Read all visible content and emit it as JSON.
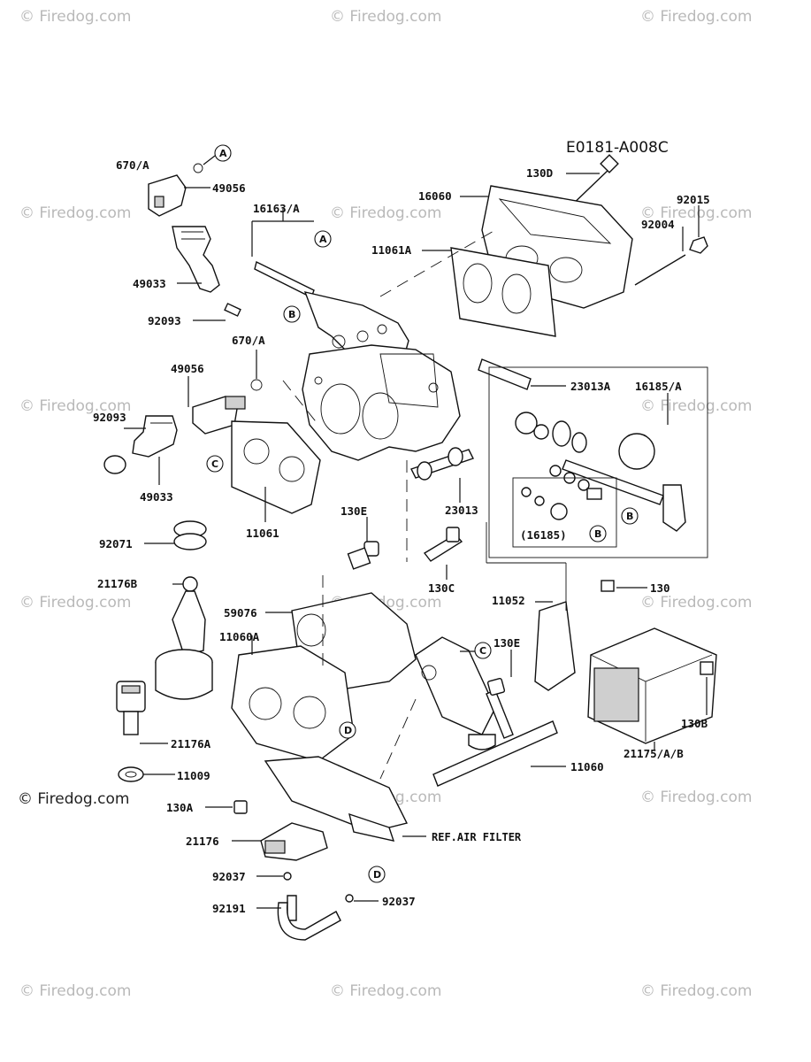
{
  "diagram_code": "E0181-A008C",
  "watermark": "© Firedog.com",
  "watermark_main": "© Firedog.com",
  "ref_note": "REF.AIR FILTER",
  "labels": {
    "l_670A_top": "670/A",
    "l_49056_top": "49056",
    "l_49033_top": "49033",
    "l_92093_top": "92093",
    "l_16163A": "16163/A",
    "l_670A_mid": "670/A",
    "l_49056_mid": "49056",
    "l_92093_left": "92093",
    "l_49033_bot": "49033",
    "l_11061": "11061",
    "l_92071": "92071",
    "l_21176B": "21176B",
    "l_130D": "130D",
    "l_16060": "16060",
    "l_92015": "92015",
    "l_92004": "92004",
    "l_11061A": "11061A",
    "l_23013A": "23013A",
    "l_16185A": "16185/A",
    "l_23013": "23013",
    "l_16185": "(16185)",
    "l_130E_top": "130E",
    "l_130C": "130C",
    "l_130": "130",
    "l_11052": "11052",
    "l_59076": "59076",
    "l_11060A": "11060A",
    "l_130E_mid": "130E",
    "l_130B": "130B",
    "l_21176A": "21176A",
    "l_11009": "11009",
    "l_11060": "11060",
    "l_21175": "21175/A/B",
    "l_130A": "130A",
    "l_21176": "21176",
    "l_92037_a": "92037",
    "l_92037_b": "92037",
    "l_92191": "92191"
  },
  "callouts": {
    "A": "A",
    "B": "B",
    "C": "C",
    "D": "D"
  }
}
